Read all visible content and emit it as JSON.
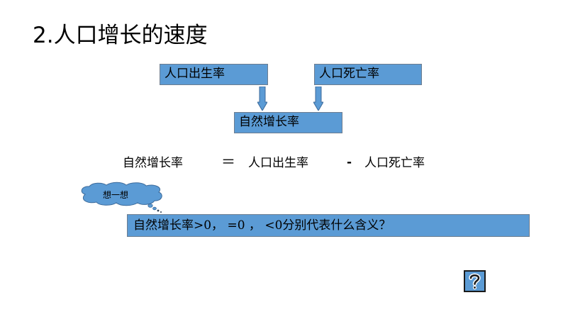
{
  "title": "2.人口增长的速度",
  "diagram": {
    "birth_rate_label": "人口出生率",
    "death_rate_label": "人口死亡率",
    "natural_growth_label": "自然增长率"
  },
  "equation": {
    "term1": "自然增长率",
    "equals": "＝",
    "term2": "人口出生率",
    "minus": "-",
    "term3": "人口死亡率"
  },
  "thought_bubble": {
    "label": "想一想"
  },
  "question": {
    "text": "自然增长率>0， =0 ， <0分别代表什么含义？"
  },
  "help_button": {
    "icon": "question-mark-icon"
  },
  "colors": {
    "box_fill": "#5b9bd5",
    "box_border": "#6d7d8f",
    "bubble_fill": "#5b9bd5"
  }
}
